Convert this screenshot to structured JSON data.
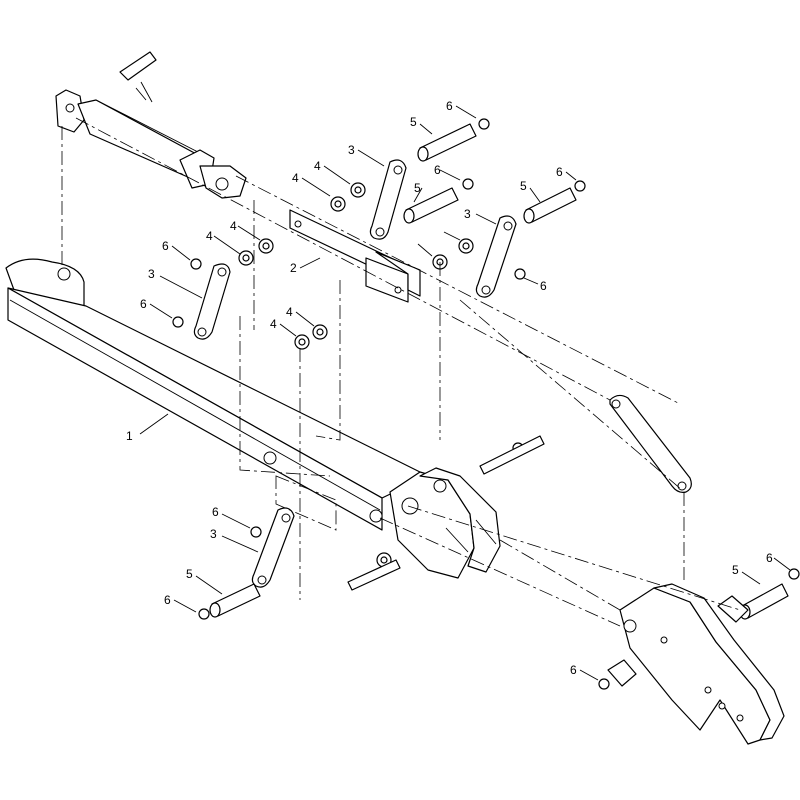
{
  "callouts": [
    {
      "id": "c1",
      "label": "1"
    },
    {
      "id": "c2",
      "label": "2"
    },
    {
      "id": "c3a",
      "label": "3"
    },
    {
      "id": "c3b",
      "label": "3"
    },
    {
      "id": "c3c",
      "label": "3"
    },
    {
      "id": "c3d",
      "label": "3"
    },
    {
      "id": "c4a",
      "label": "4"
    },
    {
      "id": "c4b",
      "label": "4"
    },
    {
      "id": "c4c",
      "label": "4"
    },
    {
      "id": "c4d",
      "label": "4"
    },
    {
      "id": "c4e",
      "label": "4"
    },
    {
      "id": "c4f",
      "label": "4"
    },
    {
      "id": "c5a",
      "label": "5"
    },
    {
      "id": "c5b",
      "label": "5"
    },
    {
      "id": "c5c",
      "label": "5"
    },
    {
      "id": "c5d",
      "label": "5"
    },
    {
      "id": "c5e",
      "label": "5"
    },
    {
      "id": "c6a",
      "label": "6"
    },
    {
      "id": "c6b",
      "label": "6"
    },
    {
      "id": "c6c",
      "label": "6"
    },
    {
      "id": "c6d",
      "label": "6"
    },
    {
      "id": "c6e",
      "label": "6"
    },
    {
      "id": "c6f",
      "label": "6"
    },
    {
      "id": "c6g",
      "label": "6"
    },
    {
      "id": "c6h",
      "label": "6"
    },
    {
      "id": "c6i",
      "label": "6"
    }
  ]
}
